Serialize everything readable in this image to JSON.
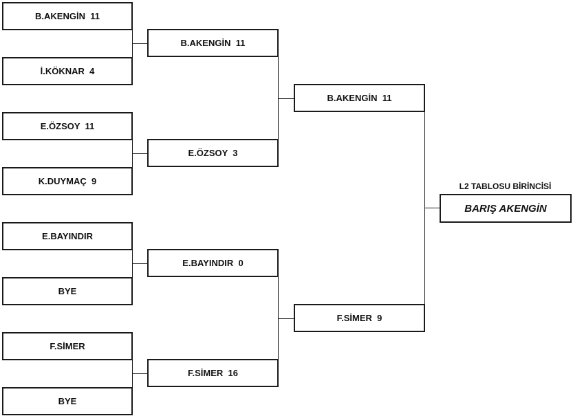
{
  "round1": [
    {
      "label": "B.AKENGİN  11"
    },
    {
      "label": "İ.KÖKNAR  4"
    },
    {
      "label": "E.ÖZSOY  11"
    },
    {
      "label": "K.DUYMAÇ  9"
    },
    {
      "label": "E.BAYINDIR"
    },
    {
      "label": "BYE"
    },
    {
      "label": "F.SİMER"
    },
    {
      "label": "BYE"
    }
  ],
  "round2": [
    {
      "label": "B.AKENGİN  11"
    },
    {
      "label": "E.ÖZSOY  3"
    },
    {
      "label": "E.BAYINDIR  0"
    },
    {
      "label": "F.SİMER  16"
    }
  ],
  "round3": [
    {
      "label": "B.AKENGİN  11"
    },
    {
      "label": "F.SİMER  9"
    }
  ],
  "winner": {
    "heading": "L2 TABLOSU BİRİNCİSİ",
    "name": "BARIŞ AKENGİN"
  }
}
